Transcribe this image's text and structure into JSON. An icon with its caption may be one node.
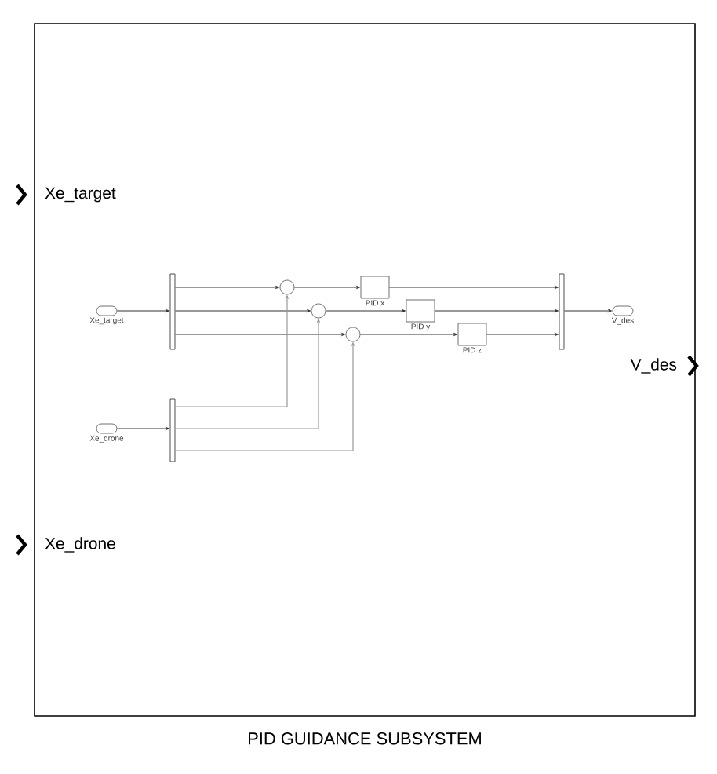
{
  "diagram": {
    "nodes": [
      {
        "text": [
          "PID GUIDANCE SUBSYSTEM"
        ]
      },
      {
        "text": [
          "Xe_target"
        ],
        "in": 0
      },
      {
        "text": [
          "Xe_drone"
        ],
        "in": 0
      },
      {
        "text": [],
        "shape": "bar",
        "in": 0
      },
      {
        "text": [],
        "shape": "bar",
        "in": 0
      },
      {
        "text": [],
        "shape": "circle",
        "in": 0
      },
      {
        "text": [],
        "shape": "circle",
        "in": 0
      },
      {
        "text": [],
        "shape": "circle",
        "in": 0
      },
      {
        "text": [
          "PID x"
        ],
        "in": 0
      },
      {
        "text": [
          "PID y"
        ],
        "in": 0
      },
      {
        "text": [
          "PID z"
        ],
        "in": 0
      },
      {
        "text": [],
        "shape": "bar",
        "in": 0
      },
      {
        "text": [
          "V_des"
        ],
        "in": 0
      }
    ],
    "edges": [
      {
        "from": 1,
        "to": 3,
        "arrow": "to"
      },
      {
        "from": 2,
        "to": 4,
        "arrow": "to"
      },
      {
        "from": 3,
        "to": 5,
        "arrow": "to"
      },
      {
        "from": 3,
        "to": 6,
        "arrow": "to"
      },
      {
        "from": 3,
        "to": 7,
        "arrow": "to"
      },
      {
        "from": 4,
        "to": 5,
        "arrow": "to",
        "color": "#999999"
      },
      {
        "from": 4,
        "to": 6,
        "arrow": "to",
        "color": "#999999"
      },
      {
        "from": 4,
        "to": 7,
        "arrow": "to",
        "color": "#999999"
      },
      {
        "from": 5,
        "to": 8,
        "arrow": "to"
      },
      {
        "from": 6,
        "to": 9,
        "arrow": "to"
      },
      {
        "from": 7,
        "to": 10,
        "arrow": "to"
      },
      {
        "from": 8,
        "to": 11,
        "arrow": "to"
      },
      {
        "from": 9,
        "to": 11,
        "arrow": "to"
      },
      {
        "from": 10,
        "to": 11,
        "arrow": "to"
      },
      {
        "from": 11,
        "to": 12,
        "arrow": "to"
      }
    ],
    "labels": [
      "Xe_target",
      "V_des",
      "Xe_drone"
    ]
  }
}
